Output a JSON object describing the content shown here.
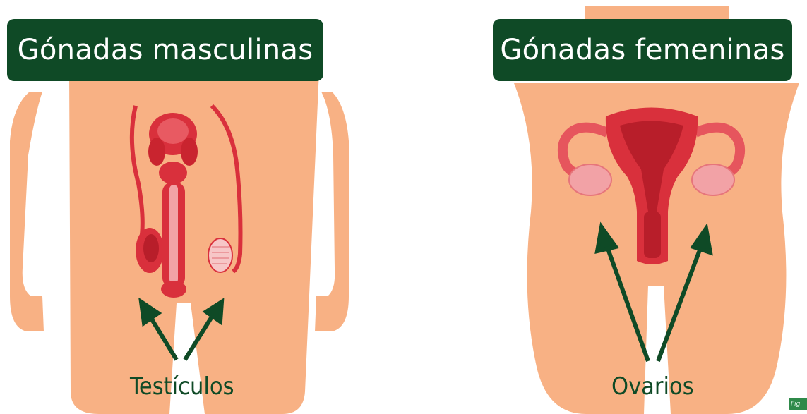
{
  "male": {
    "title": "Gónadas masculinas",
    "label": "Testículos"
  },
  "female": {
    "title": "Gónadas femeninas",
    "label": "Ovarios"
  },
  "corner_badge": "Fig",
  "colors": {
    "banner": "#0f4a26",
    "skin": "#f8b184",
    "organ": "#d9303c",
    "organ_light": "#f2a2a6",
    "arrow": "#0f4a26"
  }
}
